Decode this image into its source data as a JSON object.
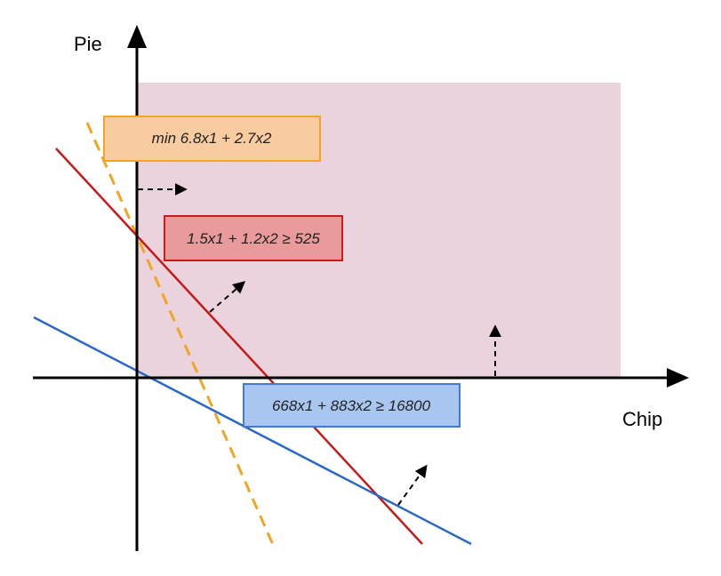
{
  "axes": {
    "x_label": "Chip",
    "y_label": "Pie"
  },
  "objective": {
    "label": "min 6.8x1 + 2.7x2",
    "line_color": "#f0a623",
    "box_fill": "#f9cba0",
    "box_border": "#f0a623"
  },
  "constraints": [
    {
      "label": "1.5x1 + 1.2x2 ≥ 525",
      "line_color": "#c51a1a",
      "box_fill": "#e99a9a",
      "box_border": "#cc1a1a"
    },
    {
      "label": "668x1 + 883x2 ≥ 16800",
      "line_color": "#2a68c7",
      "box_fill": "#a8c6f0",
      "box_border": "#3f7bd4"
    }
  ],
  "feasible_region": {
    "fill": "#ead3dc"
  },
  "colors": {
    "axis": "#000000",
    "arrow": "#000000"
  }
}
